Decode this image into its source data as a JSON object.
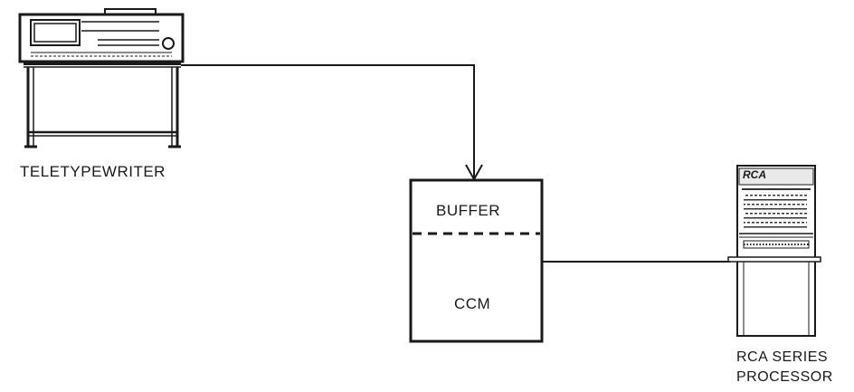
{
  "diagram": {
    "teletypewriter": {
      "label": "TELETYPEWRITER"
    },
    "ccm_unit": {
      "buffer_label": "BUFFER",
      "ccm_label": "CCM"
    },
    "processor": {
      "label_line1": "RCA SERIES",
      "label_line2": "PROCESSOR",
      "brand": "RCA"
    },
    "colors": {
      "ink": "#1a1a1a",
      "background": "#ffffff"
    }
  }
}
